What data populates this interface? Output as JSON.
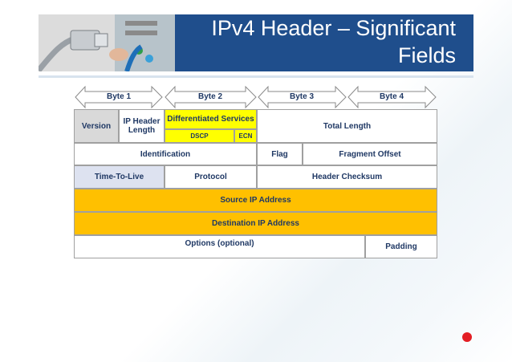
{
  "title": "IPv4 Header – Significant Fields",
  "bytes": [
    "Byte 1",
    "Byte 2",
    "Byte 3",
    "Byte 4"
  ],
  "row1": {
    "version": "Version",
    "ihl": "IP Header Length",
    "ds": "Differentiated Services",
    "dscp": "DSCP",
    "ecn": "ECN",
    "total_length": "Total Length"
  },
  "row2": {
    "identification": "Identification",
    "flag": "Flag",
    "fragment_offset": "Fragment Offset"
  },
  "row3": {
    "ttl": "Time-To-Live",
    "protocol": "Protocol",
    "checksum": "Header Checksum"
  },
  "source": "Source IP Address",
  "destination": "Destination IP Address",
  "options": "Options (optional)",
  "padding": "Padding",
  "colors": {
    "title_bar": "#1f4e8c",
    "highlight_yellow": "#ffff00",
    "highlight_orange": "#ffc000",
    "version_grey": "#d9d9d9",
    "ttl_lavender": "#dde2f0",
    "accent_dot": "#e31e24"
  }
}
